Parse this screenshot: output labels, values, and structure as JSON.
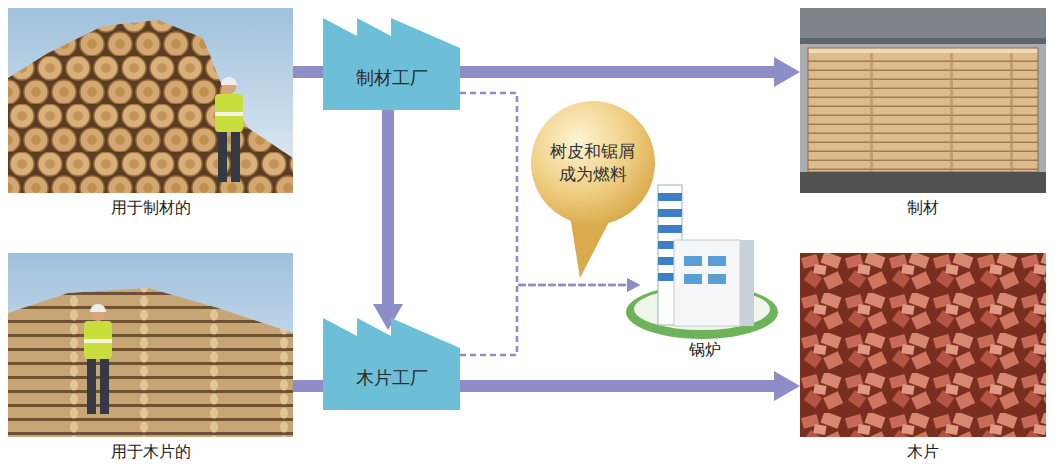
{
  "diagram": {
    "nodes": [
      {
        "text": [
          "用于制材的"
        ]
      },
      {
        "text": [
          "制材工厂"
        ]
      },
      {
        "text": [
          "树皮和锯屑 成为燃料"
        ]
      },
      {
        "text": [
          "锅炉"
        ]
      },
      {
        "text": [
          "制材"
        ]
      },
      {
        "text": [
          "用于木片的"
        ]
      },
      {
        "text": [
          "木片工厂"
        ]
      },
      {
        "text": [
          "木片"
        ]
      }
    ],
    "edges": [
      {
        "from": 0,
        "to": 1,
        "arrow": "none"
      },
      {
        "from": 1,
        "to": 4,
        "arrow": "to"
      },
      {
        "from": 1,
        "to": 6,
        "arrow": "to"
      },
      {
        "from": 5,
        "to": 6,
        "arrow": "none"
      },
      {
        "from": 6,
        "to": 7,
        "arrow": "to"
      },
      {
        "from": 1,
        "to": 3,
        "arrow": "to"
      },
      {
        "from": 6,
        "to": 3,
        "arrow": "to"
      }
    ]
  }
}
